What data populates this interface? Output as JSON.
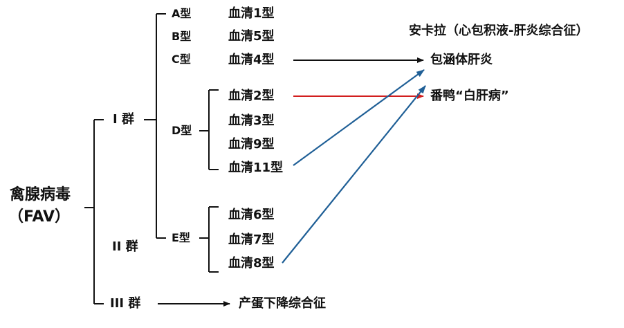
{
  "root": {
    "name": "禽腺病毒",
    "abbr": "（FAV）"
  },
  "groups": {
    "g1": "I 群",
    "g2": "II 群",
    "g3": "III 群"
  },
  "types": {
    "A": "A型",
    "B": "B型",
    "C": "C型",
    "D": "D型",
    "E": "E型"
  },
  "serotypes": {
    "s1": "血清1型",
    "s5": "血清5型",
    "s4": "血清4型",
    "s2": "血清2型",
    "s3": "血清3型",
    "s9": "血清9型",
    "s11": "血清11型",
    "s6": "血清6型",
    "s7": "血清7型",
    "s8": "血清8型"
  },
  "diseases": {
    "hhs": "安卡拉（心包积液-肝炎综合征）",
    "ibh": "包涵体肝炎",
    "duck": "番鸭“白肝病”",
    "eds": "产蛋下降综合征"
  },
  "colors": {
    "tree": "#111111",
    "blue": "#1f5f96",
    "red": "#d21e1e"
  }
}
